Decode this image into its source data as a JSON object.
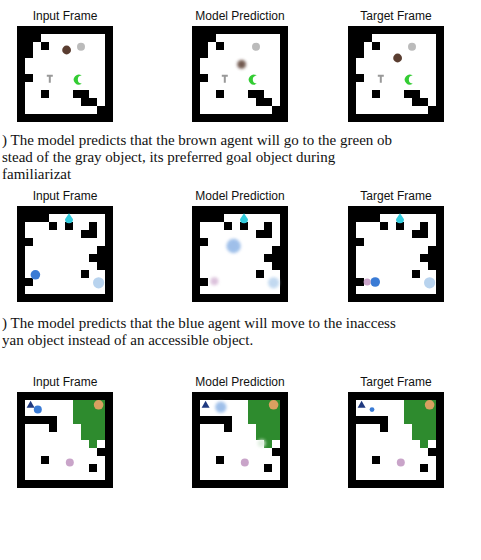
{
  "diagram": {
    "labels": [
      "Input Frame",
      "Model Prediction",
      "Target Frame",
      ") The model predicts that the brown agent will go to the green ob stead of the gray object, its preferred goal object during familiarizat",
      "Input Frame",
      "Model Prediction",
      "Target Frame",
      ") The model predicts that the blue agent will move to the inaccess yan object instead of an accessible object.",
      "Input Frame",
      "Model Prediction",
      "Target Frame"
    ]
  }
}
